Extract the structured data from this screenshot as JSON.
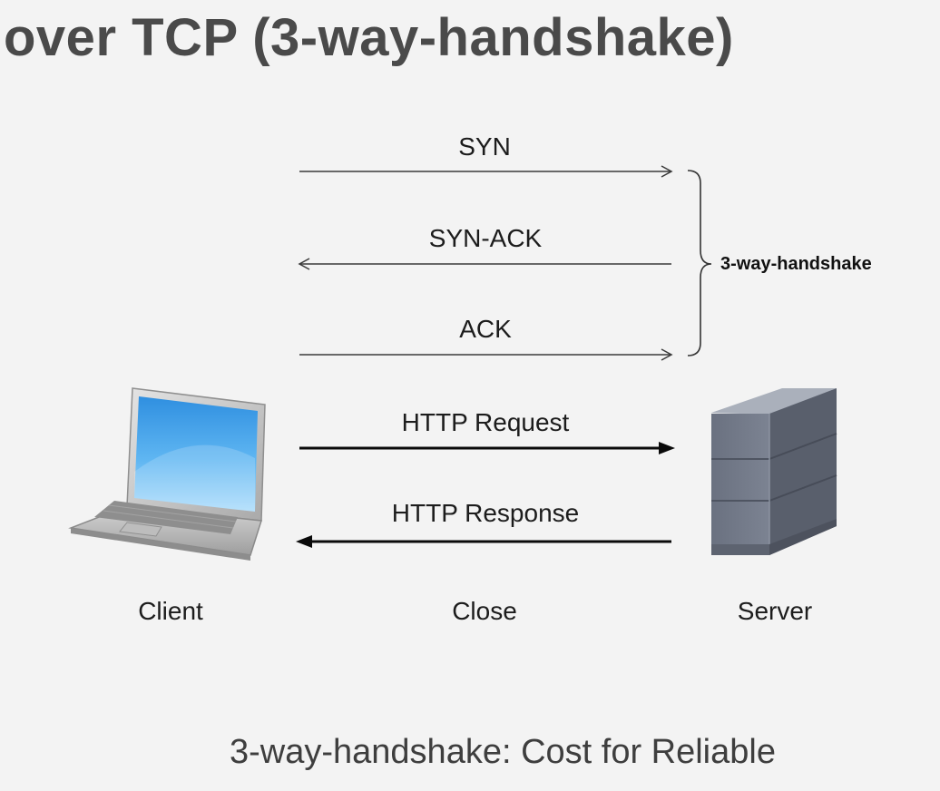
{
  "title": "over TCP (3-way-handshake)",
  "messages": {
    "syn": "SYN",
    "syn_ack": "SYN-ACK",
    "ack": "ACK",
    "http_request": "HTTP Request",
    "http_response": "HTTP Response"
  },
  "brace_label": "3-way-handshake",
  "nodes": {
    "client": "Client",
    "close": "Close",
    "server": "Server"
  },
  "caption": "3-way-handshake: Cost for Reliable",
  "colors": {
    "background": "#f3f3f3",
    "title": "#4a4a4a",
    "arrow_thin": "#3a3a3a",
    "arrow_bold": "#0a0a0a",
    "laptop_screen": "#4aa3e8",
    "server_body": "#6f7685"
  },
  "icons": {
    "client": "laptop-icon",
    "server": "server-tower-icon"
  }
}
